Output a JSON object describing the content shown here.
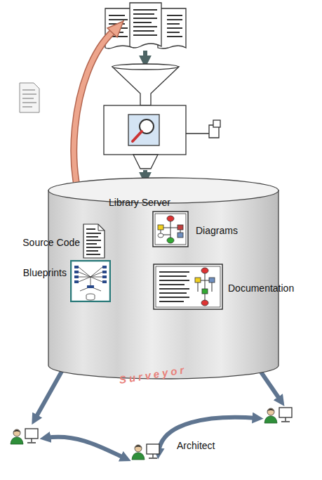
{
  "diagram": {
    "nodes": [
      {
        "text": [
          "Library Server"
        ]
      },
      {
        "text": [
          "Source Code"
        ],
        "in": 0
      },
      {
        "text": [
          "Diagrams"
        ],
        "in": 0
      },
      {
        "text": [
          "Blueprints"
        ],
        "in": 0
      },
      {
        "text": [
          "Documentation"
        ],
        "in": 0
      },
      {
        "text": [
          "Architect"
        ]
      }
    ],
    "labels": [
      "Surveyor"
    ]
  }
}
